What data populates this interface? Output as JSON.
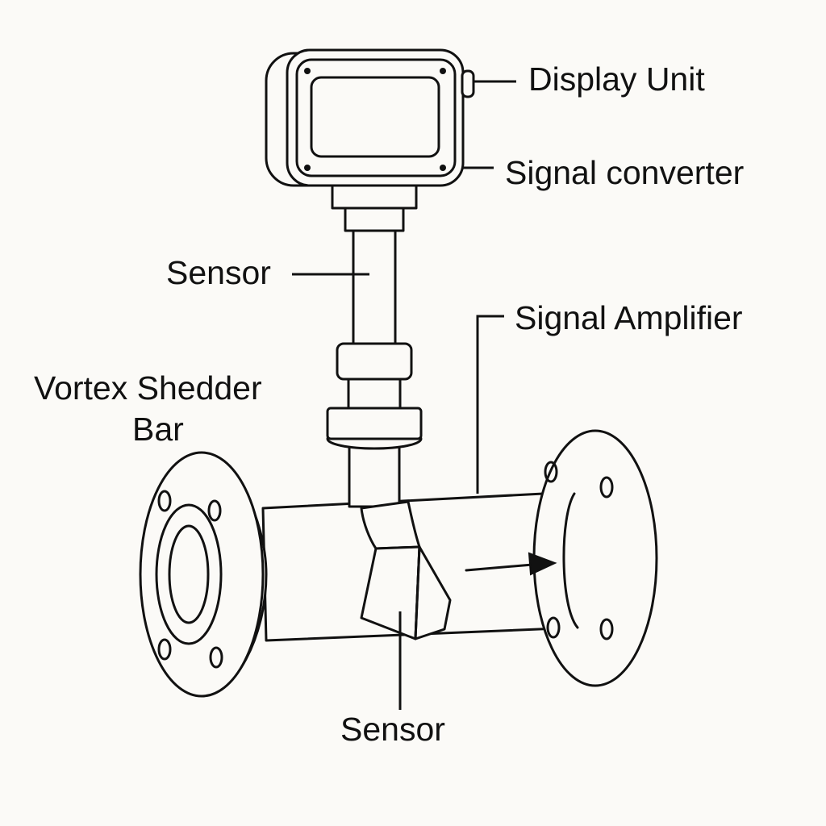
{
  "labels": {
    "display_unit": "Display Unit",
    "signal_converter": "Signal converter",
    "sensor_top": "Sensor",
    "signal_amplifier": "Signal Amplifier",
    "vortex_shedder_line1": "Vortex Shedder",
    "vortex_shedder_line2": "Bar",
    "sensor_bottom": "Sensor"
  },
  "colors": {
    "line": "#111111",
    "background": "#fbfaf7"
  }
}
